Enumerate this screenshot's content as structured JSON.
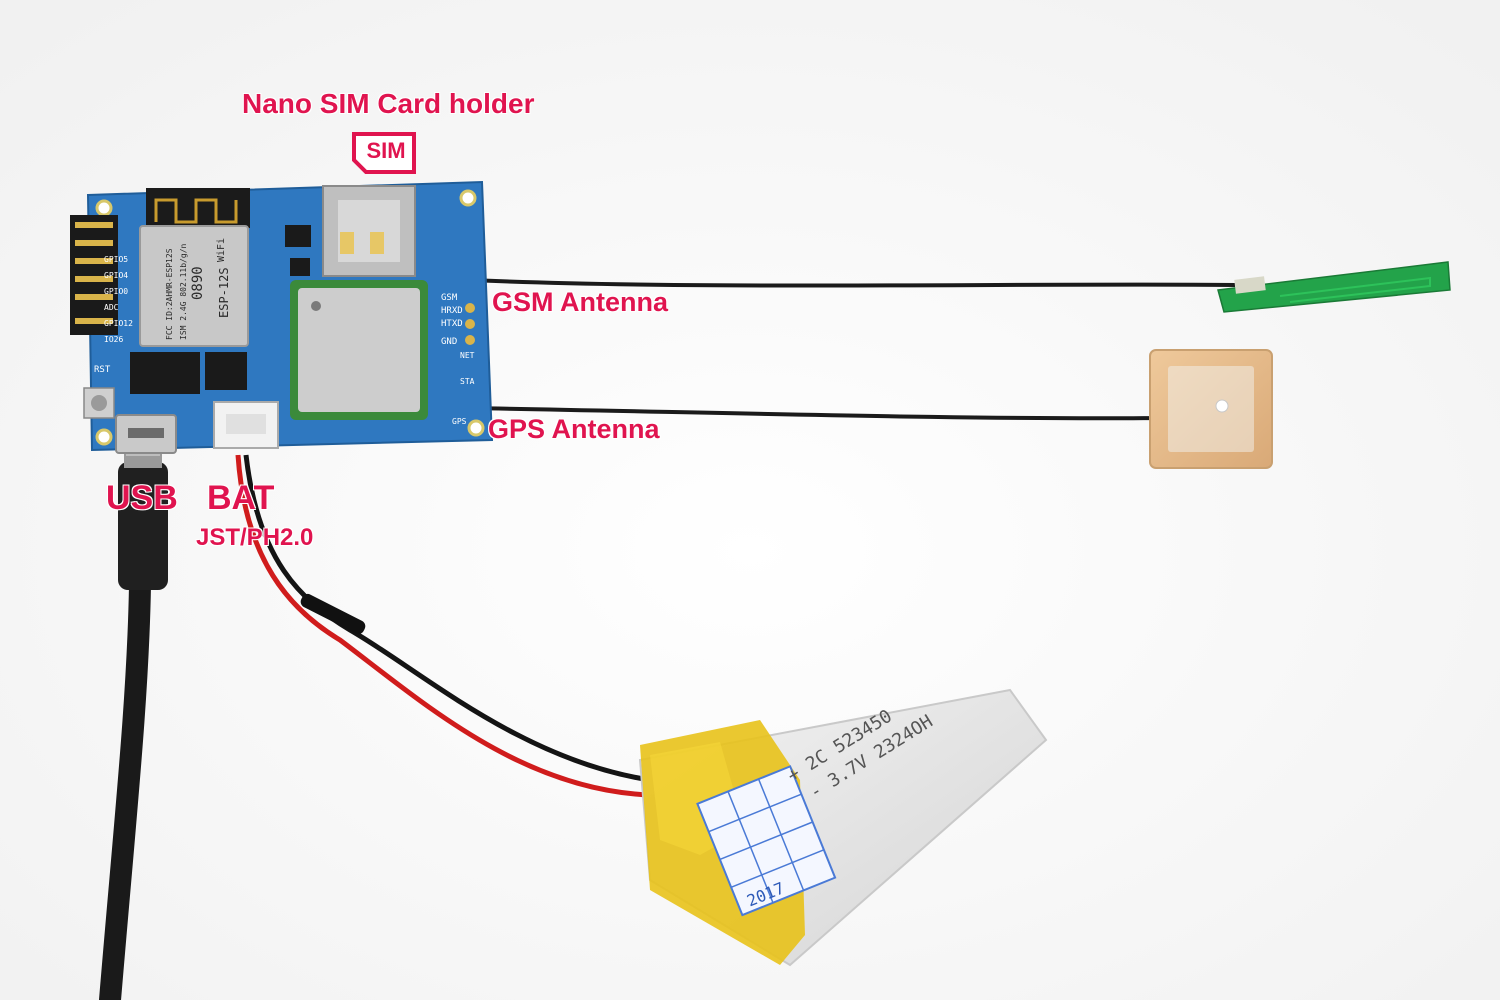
{
  "labels": {
    "sim_holder": "Nano SIM Card holder",
    "sim_tag": "SIM",
    "gsm_antenna": "GSM Antenna",
    "gps_antenna": "GPS Antenna",
    "usb": "USB",
    "bat": "BAT",
    "bat_connector": "JST/PH2.0"
  },
  "board": {
    "module_brand": "WiFi",
    "module_name": "ESP-12S",
    "module_fcc": "FCC ID:2AHMR-ESP12S",
    "module_spec": "ISM 2.4G  802.11b/g/n",
    "module_code": "0890",
    "pin_labels": [
      "GPIO5",
      "GPIO4",
      "GPIO0",
      "ADC",
      "GPIO12",
      "IO26"
    ],
    "side_labels": [
      "GSM",
      "HRXD",
      "HTXD",
      "GND"
    ],
    "status_labels": [
      "NET",
      "STA"
    ],
    "gps_label": "GPS",
    "rst_label": "RST"
  },
  "battery": {
    "line1": "+ 2C 523450",
    "line2": "- 3.7V 2324OH",
    "sticker_year": "2017"
  },
  "colors": {
    "callout": "#e0144f",
    "pcb": "#2f78c0",
    "battery_wrap": "#e8c21a",
    "battery_cell": "#e6e6e6",
    "gsm_antenna": "#23a34a",
    "gps_patch": "#e2b98b"
  }
}
